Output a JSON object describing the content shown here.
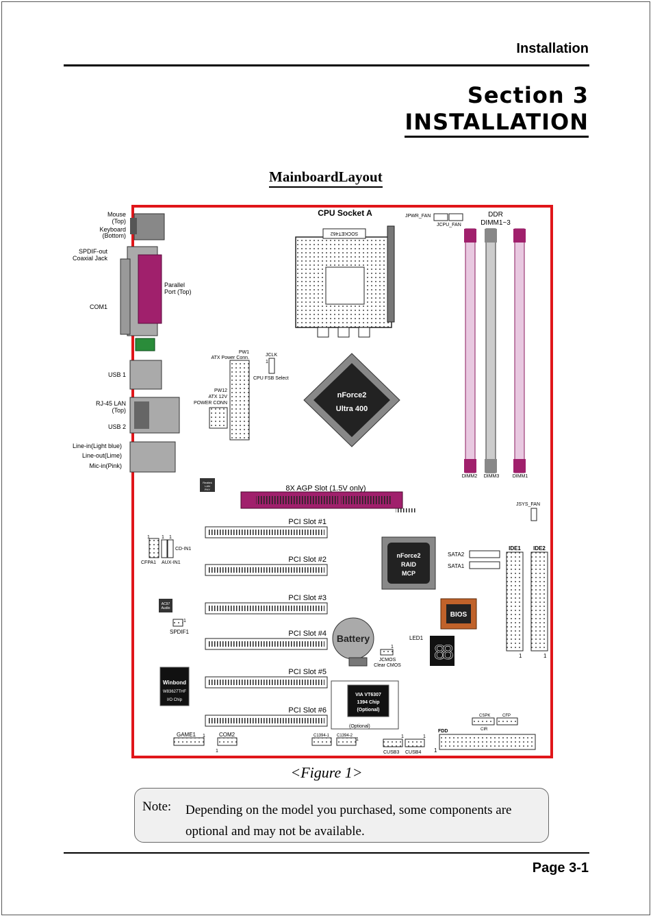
{
  "header": {
    "section_name": "Installation"
  },
  "section": {
    "number_line": "Section 3",
    "title_line": "INSTALLATION"
  },
  "layout_title": "MainboardLayout",
  "diagram": {
    "cpu_socket": "CPU Socket A",
    "socket_silk": "SOCKET462",
    "jpwr_fan": "JPWR_FAN",
    "jcpu_fan": "JCPU_FAN",
    "ddr": "DDR",
    "dimm_range": "DIMM1~3",
    "dimm2": "DIMM2",
    "dimm3": "DIMM3",
    "dimm1": "DIMM1",
    "mouse": "Mouse",
    "top": "(Top)",
    "keyboard": "Keyboard",
    "bottom": "(Bottom)",
    "spdif_out": "SPDIF-out",
    "coaxial": "Coaxial Jack",
    "parallel": "Parallel",
    "port_top": "Port (Top)",
    "com1": "COM1",
    "usb1": "USB 1",
    "rj45": "RJ-45 LAN",
    "rj45_top": "(Top)",
    "usb2": "USB 2",
    "line_in": "Line-in(Light blue)",
    "line_out": "Line-out(Lime)",
    "mic_in": "Mic-in(Pink)",
    "pw1": "PW1",
    "atx_conn": "ATX Power Conn.",
    "pw12": "PW12",
    "atx12v": "ATX 12V",
    "power_conn": "POWER CONN",
    "jclk": "JCLK",
    "one": "1",
    "fsb": "CPU FSB Select",
    "nf2_l1": "nForce2",
    "nf2_l2": "Ultra 400",
    "realtek_l1": "Realtek",
    "realtek_l2": "LAN",
    "realtek_l3": "PHY",
    "agp": "8X AGP Slot (1.5V only)",
    "jsys_fan": "JSYS_FAN",
    "pci1": "PCI Slot #1",
    "pci2": "PCI Slot #2",
    "pci3": "PCI Slot #3",
    "pci4": "PCI Slot #4",
    "pci5": "PCI Slot #5",
    "pci6": "PCI Slot #6",
    "cd_in": "CD-IN1",
    "cfpa1": "CFPA1",
    "aux_in": "AUX-IN1",
    "mcp_l1": "nForce2",
    "mcp_l2": "RAID",
    "mcp_l3": "MCP",
    "sata2": "SATA2",
    "sata1": "SATA1",
    "ide1": "IDE1",
    "ide2": "IDE2",
    "ac97_l1": "AC97",
    "ac97_l2": "Audio",
    "spdif1": "SPDIF1",
    "bios": "BIOS",
    "battery": "Battery",
    "led1": "LED1",
    "jcmos": "JCMOS",
    "clear_cmos": "Clear CMOS",
    "winbond_l1": "Winbond",
    "winbond_l2": "W83627THF",
    "winbond_l3": "I/O Chip",
    "via_l1": "VIA VT6307",
    "via_l2": "1394 Chip",
    "via_l3": "(Optional)",
    "optional": "(Optional)",
    "cspk": "CSPK",
    "cfp": "CFP",
    "cir": "CIR",
    "fdd": "FDD",
    "game1": "GAME1",
    "com2": "COM2",
    "c1394_1": "C1394-1",
    "c1394_2": "C1394-2",
    "cusb3": "CUSB3",
    "cusb4": "CUSB4"
  },
  "figure_caption": "<Figure 1>",
  "note": {
    "label": "Note:",
    "text": "Depending on the model you purchased, some components are optional and may not be available."
  },
  "footer": {
    "page": "Page 3-1"
  }
}
